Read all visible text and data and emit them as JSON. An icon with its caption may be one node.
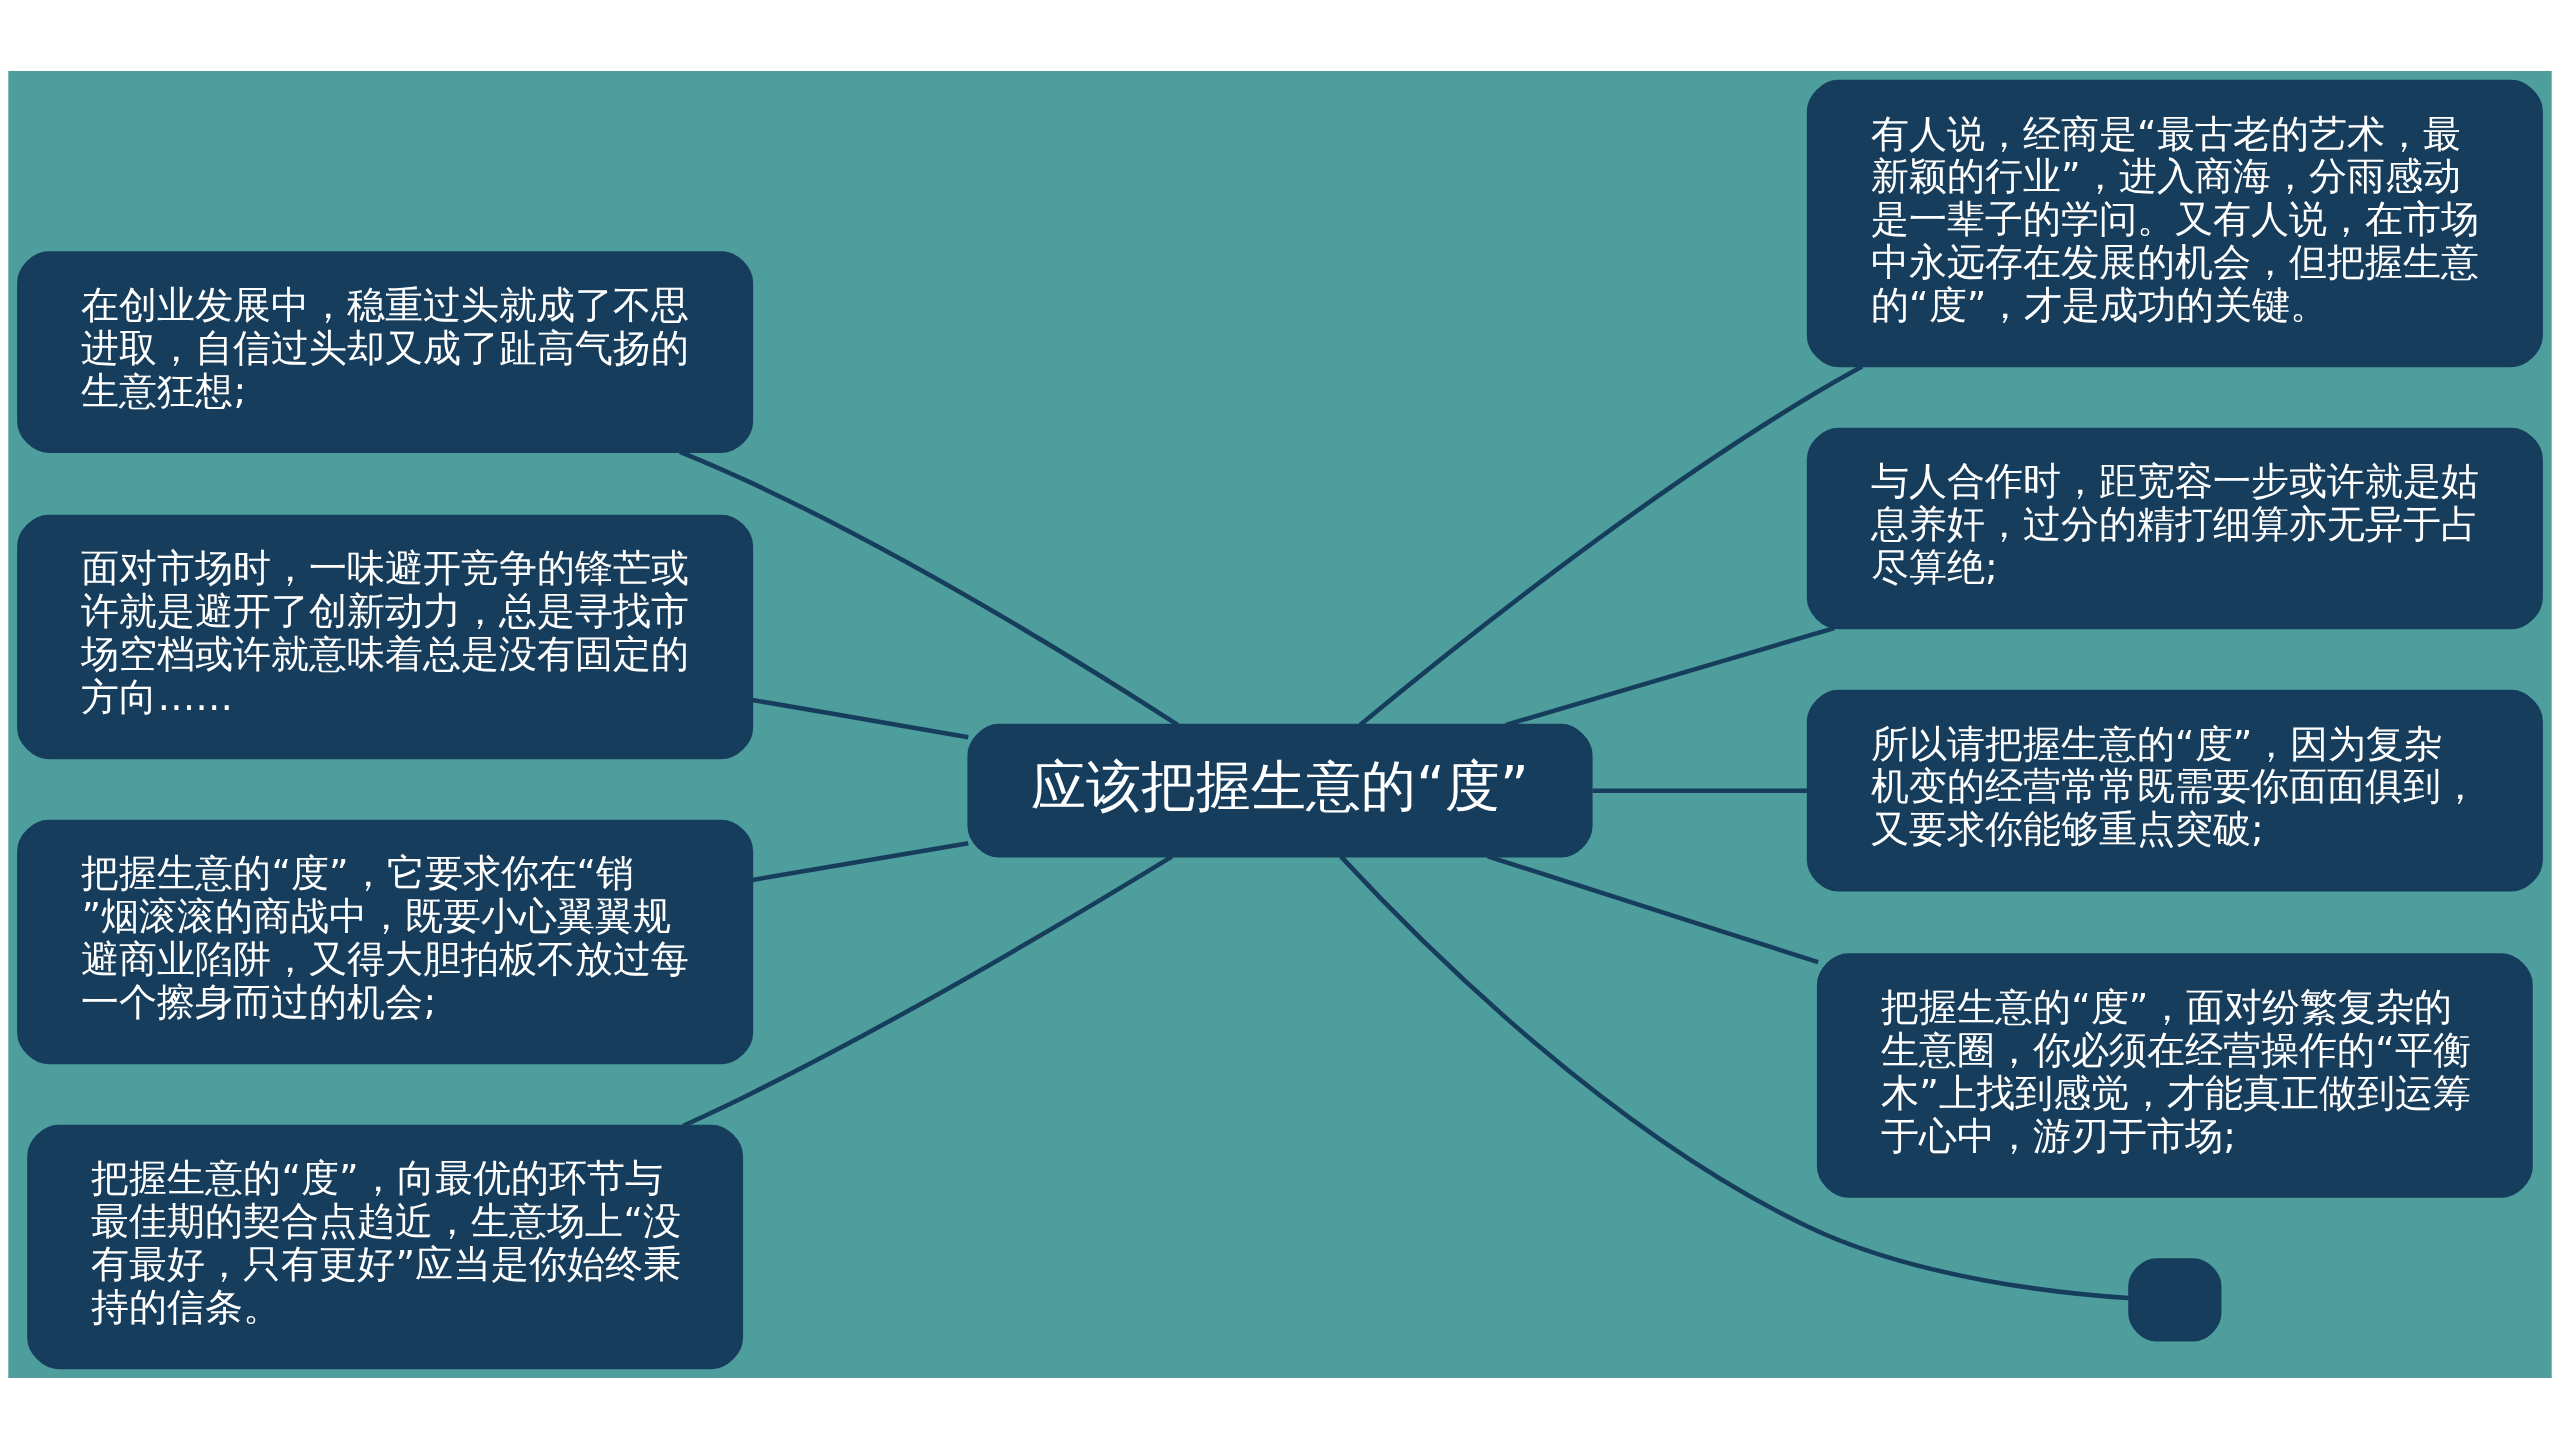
{
  "diagram": {
    "nodes": [
      {
        "text": [
          "应该把握生意的“度”"
        ]
      },
      {
        "text": [
          "有人说，经商是“最古老的艺术，最新颖的行业”，进入商海，分雨感动是一辈子的学问。又有人说，在市场中永远存在发展的机会，但把握生意的“度”，才是成功的关键。"
        ]
      },
      {
        "text": [
          "与人合作时，距宽容一步或许就是姑息养奸，过分的精打细算亦无异于占尽算绝;"
        ]
      },
      {
        "text": [
          "所以请把握生意的“度”，因为复杂机变的经营常常既需要你面面俱到，又要求你能够重点突破;"
        ]
      },
      {
        "text": [
          "把握生意的“度”，面对纷繁复杂的生意圈，你必须在经营操作的“平衡木”上找到感觉，才能真正做到运筹于心中，游刃于市场;"
        ]
      },
      {
        "text": [],
        "shape": "box"
      },
      {
        "text": [
          "在创业发展中，稳重过头就成了不思进取，自信过头却又成了趾高气扬的生意狂想;"
        ]
      },
      {
        "text": [
          "面对市场时，一味避开竞争的锋芒或许就是避开了创新动力，总是寻找市场空档或许就意味着总是没有固定的方向……"
        ]
      },
      {
        "text": [
          "把握生意的“度”，它要求你在“销”烟滚滚的商战中，既要小心翼翼规避商业陷阱，又得大胆拍板不放过每一个擦身而过的机会;"
        ]
      },
      {
        "text": [
          "把握生意的“度”，向最优的环节与最佳期的契合点趋近，生意场上“没有最好，只有更好”应当是你始终秉持的信条。"
        ]
      }
    ],
    "edges": [
      {
        "from": 0,
        "to": 1,
        "arrow": "none"
      },
      {
        "from": 0,
        "to": 2,
        "arrow": "none"
      },
      {
        "from": 0,
        "to": 3,
        "arrow": "none"
      },
      {
        "from": 0,
        "to": 4,
        "arrow": "none"
      },
      {
        "from": 0,
        "to": 5,
        "arrow": "none"
      },
      {
        "from": 6,
        "to": 0,
        "arrow": "none"
      },
      {
        "from": 7,
        "to": 0,
        "arrow": "none"
      },
      {
        "from": 8,
        "to": 0,
        "arrow": "none"
      },
      {
        "from": 9,
        "to": 0,
        "arrow": "none"
      }
    ]
  }
}
